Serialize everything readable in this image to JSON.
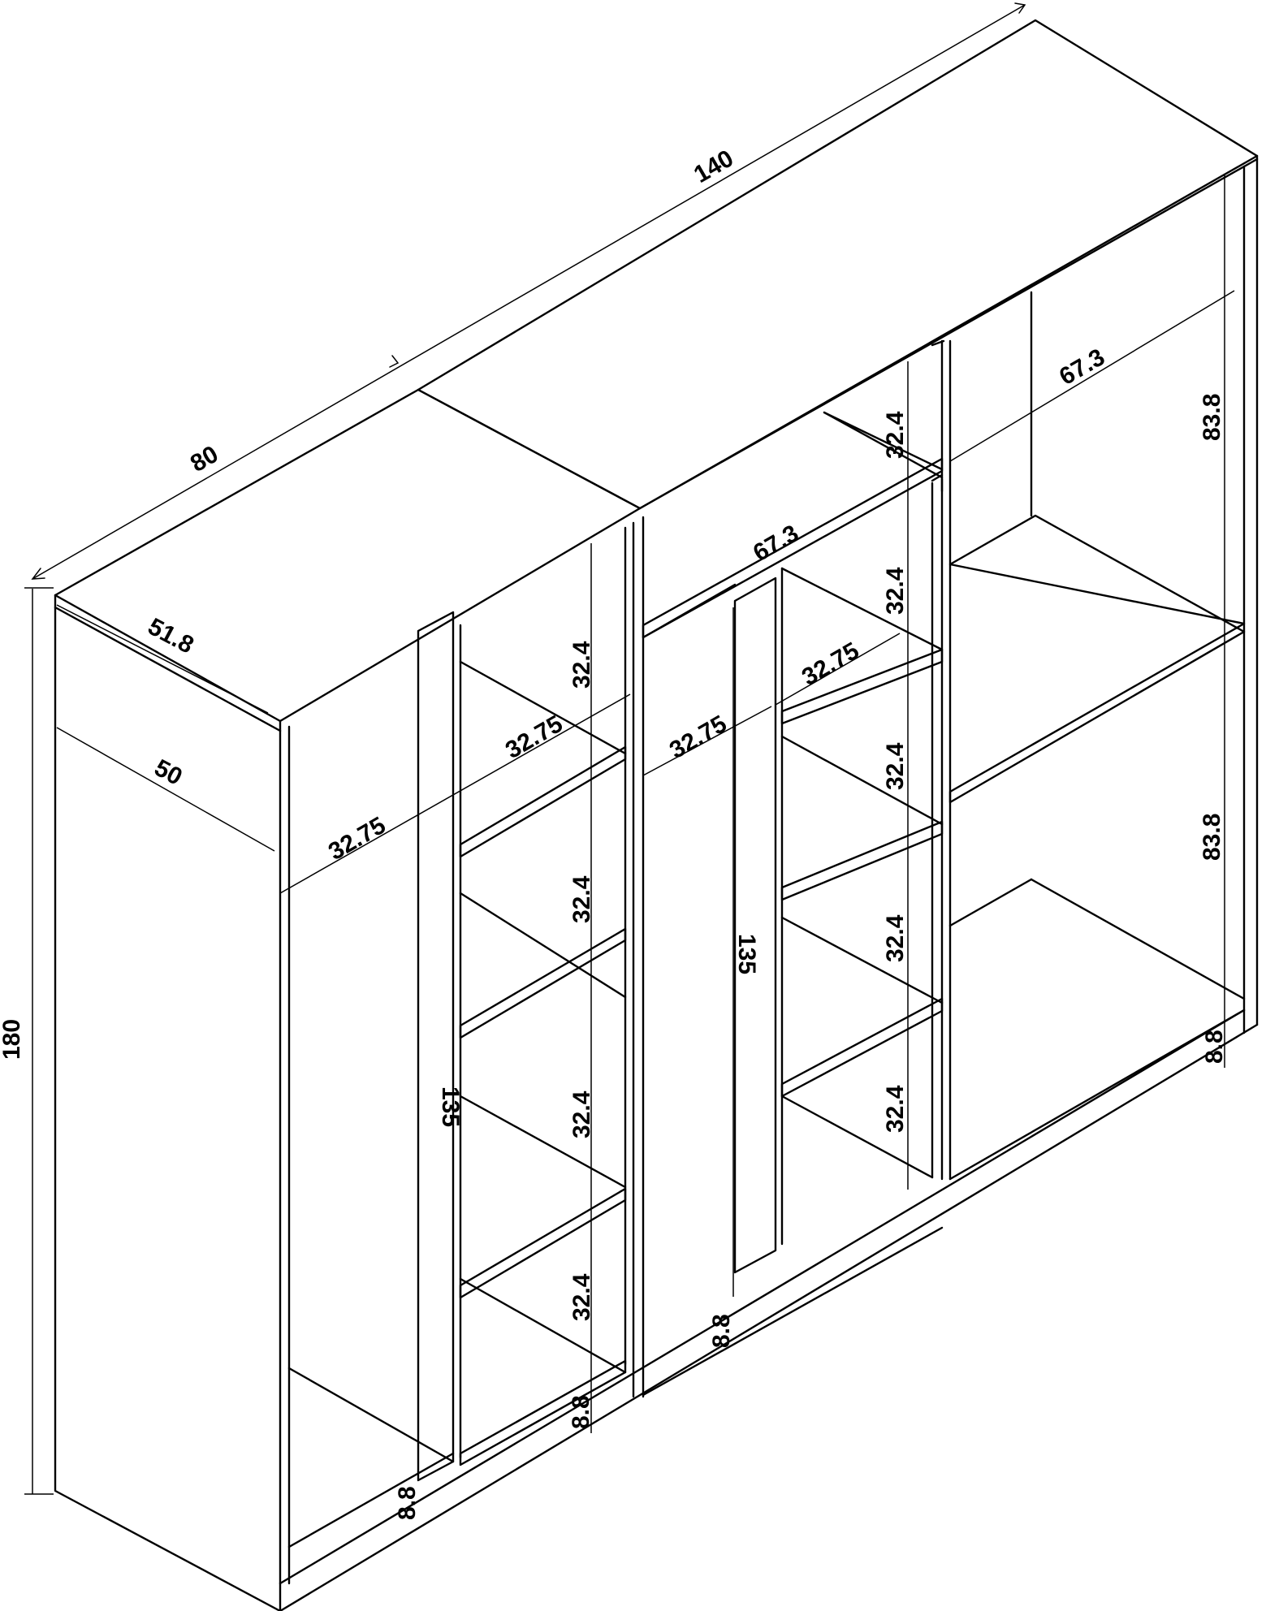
{
  "diagram": {
    "background": "#ffffff",
    "stroke_color": "#000000",
    "labels": {
      "total_width": "140",
      "left_unit_width": "80",
      "total_height": "180",
      "depth_top": "51.8",
      "depth_inner": "50",
      "wardrobe_compartment_left": "32.75",
      "shelf_column_left": "32.75",
      "wardrobe_compartment_mid": "32.75",
      "shelf_column_mid": "32.75",
      "mid_section_width": "67.3",
      "right_section_width": "67.3",
      "hanging_height_left": "135",
      "hanging_height_mid": "135",
      "plinth_left": "8.8",
      "plinth_left_col": "8.8",
      "plinth_mid": "8.8",
      "plinth_right": "8.8",
      "shelf_left_1": "32.4",
      "shelf_left_2": "32.4",
      "shelf_left_3": "32.4",
      "shelf_left_4": "32.4",
      "shelf_mid_1": "32.4",
      "shelf_mid_2": "32.4",
      "shelf_mid_3": "32.4",
      "shelf_mid_4": "32.4",
      "shelf_mid_5": "32.4",
      "right_upper": "83.8",
      "right_lower": "83.8"
    }
  }
}
